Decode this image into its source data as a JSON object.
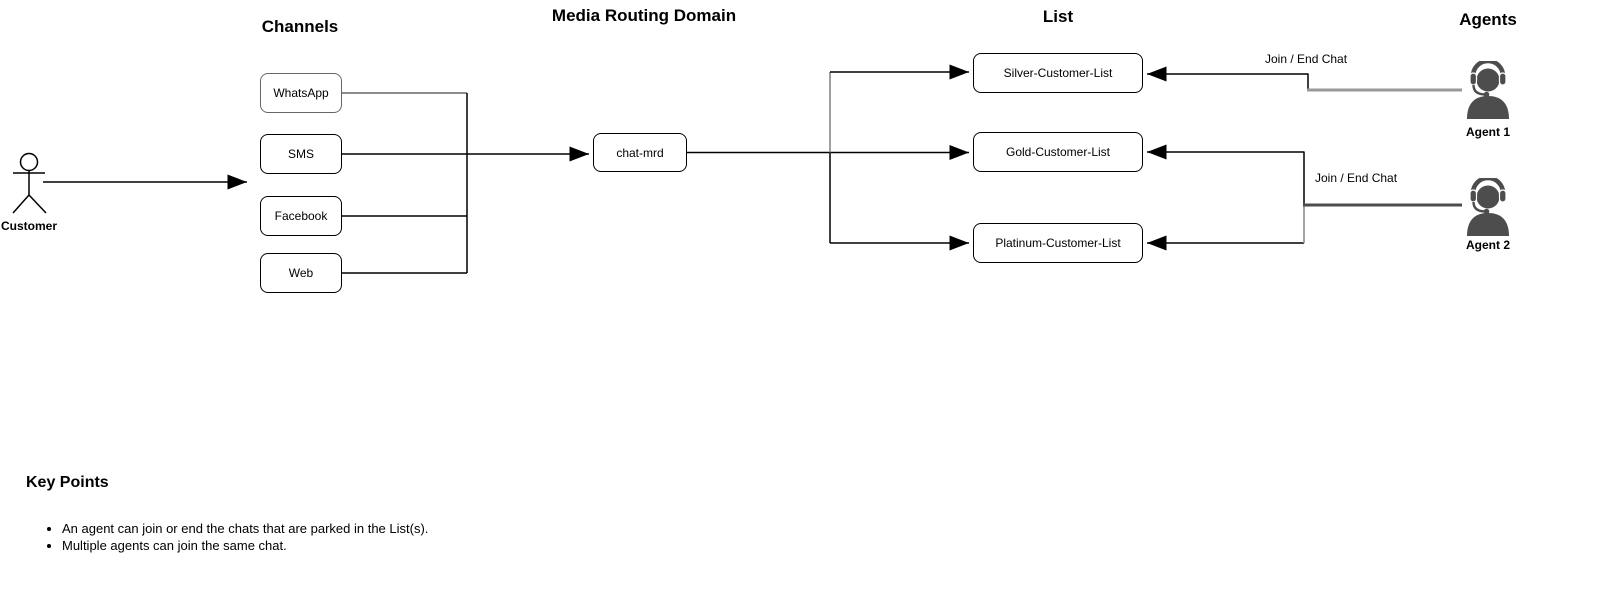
{
  "headings": {
    "channels": "Channels",
    "media_routing_domain": "Media Routing Domain",
    "list": "List",
    "agents": "Agents"
  },
  "customer": {
    "label": "Customer"
  },
  "channels": [
    {
      "label": "WhatsApp"
    },
    {
      "label": "SMS"
    },
    {
      "label": "Facebook"
    },
    {
      "label": "Web"
    }
  ],
  "mrd_node": {
    "label": "chat-mrd"
  },
  "lists": [
    {
      "label": "Silver-Customer-List"
    },
    {
      "label": "Gold-Customer-List"
    },
    {
      "label": "Platinum-Customer-List"
    }
  ],
  "agents": [
    {
      "label": "Agent 1"
    },
    {
      "label": "Agent 2"
    }
  ],
  "edge_labels": [
    {
      "label": "Join / End Chat"
    },
    {
      "label": "Join / End Chat"
    }
  ],
  "key_points": {
    "title": "Key Points",
    "bullets": [
      "An agent can join or end the chats that are parked in the List(s).",
      "Multiple agents can join the same chat."
    ]
  },
  "colors": {
    "line_black": "#000000",
    "line_gray": "#999999",
    "line_dark_gray": "#4d4d4d",
    "whatsapp_stroke": "#666666",
    "trunk_gray": "#808080",
    "agent_icon_fill": "#4d4d4d",
    "background": "#ffffff"
  }
}
